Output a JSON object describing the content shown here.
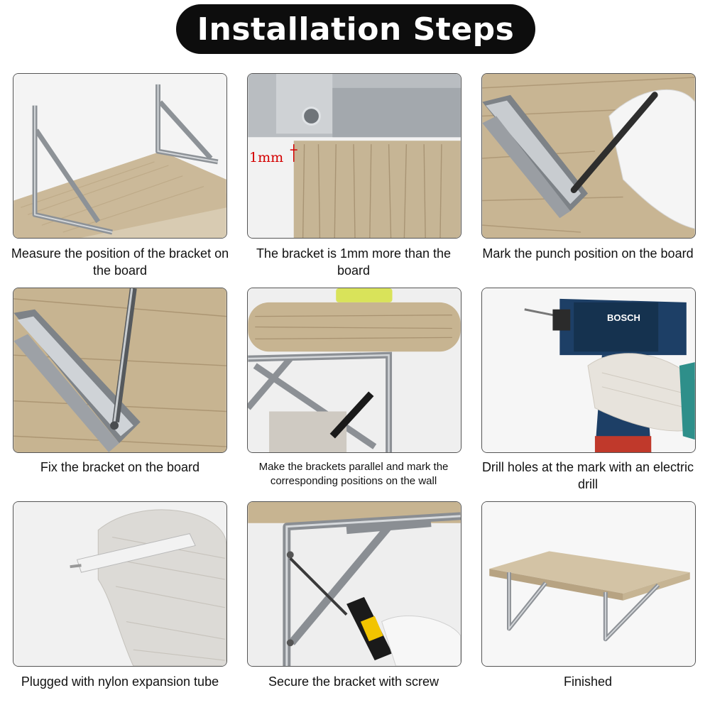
{
  "title": "Installation Steps",
  "annotation_1mm": "1mm",
  "brand_drill": "BOSCH",
  "steps": [
    {
      "caption": "Measure the position of the bracket on the board"
    },
    {
      "caption": "The bracket is 1mm more than the board"
    },
    {
      "caption": "Mark the punch position on the board"
    },
    {
      "caption": "Fix the bracket on the board"
    },
    {
      "caption": "Make the brackets parallel and mark the corresponding positions on the wall"
    },
    {
      "caption": "Drill holes at the mark with an electric drill"
    },
    {
      "caption": "Plugged with nylon expansion tube"
    },
    {
      "caption": "Secure the bracket with screw"
    },
    {
      "caption": "Finished"
    }
  ],
  "colors": {
    "title_bg": "#0d0d0d",
    "wood": "#c9b79a",
    "steel": "#a8acb0",
    "annotation": "#d40000",
    "drill_blue": "#1d3f66"
  }
}
